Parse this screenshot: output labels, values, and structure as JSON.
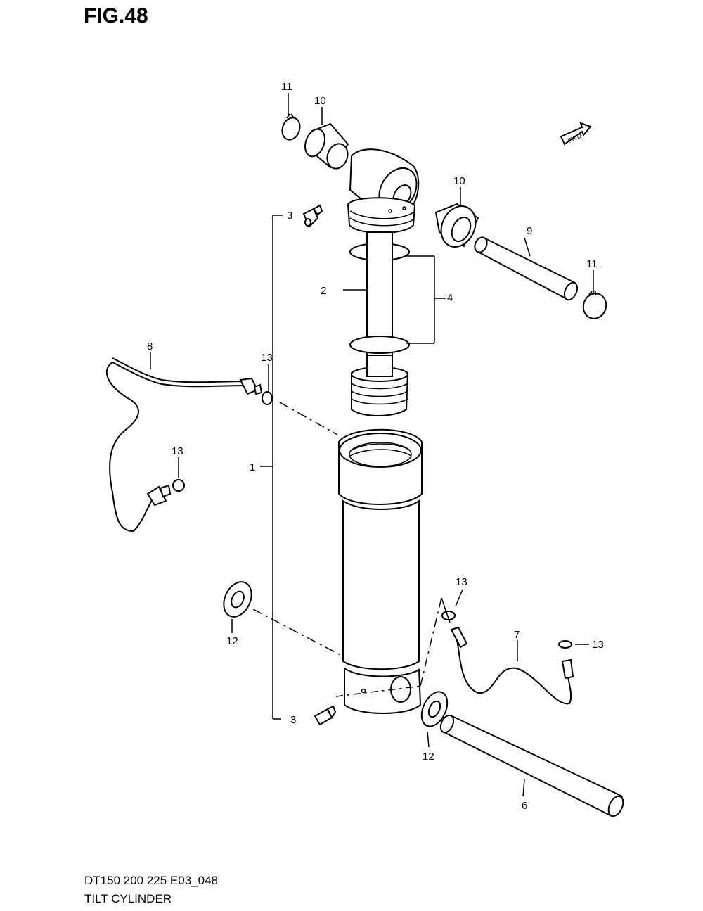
{
  "figure": {
    "title": "FIG.48",
    "model_code": "DT150 200 225 E03_048",
    "section_name": "TILT CYLINDER",
    "direction_badge": "FWD"
  },
  "callouts": {
    "c1": "1",
    "c2": "2",
    "c3a": "3",
    "c3b": "3",
    "c4": "4",
    "c6": "6",
    "c7": "7",
    "c8": "8",
    "c9": "9",
    "c10a": "10",
    "c10b": "10",
    "c11a": "11",
    "c11b": "11",
    "c12a": "12",
    "c12b": "12",
    "c13a": "13",
    "c13b": "13",
    "c13c": "13",
    "c13d": "13"
  }
}
